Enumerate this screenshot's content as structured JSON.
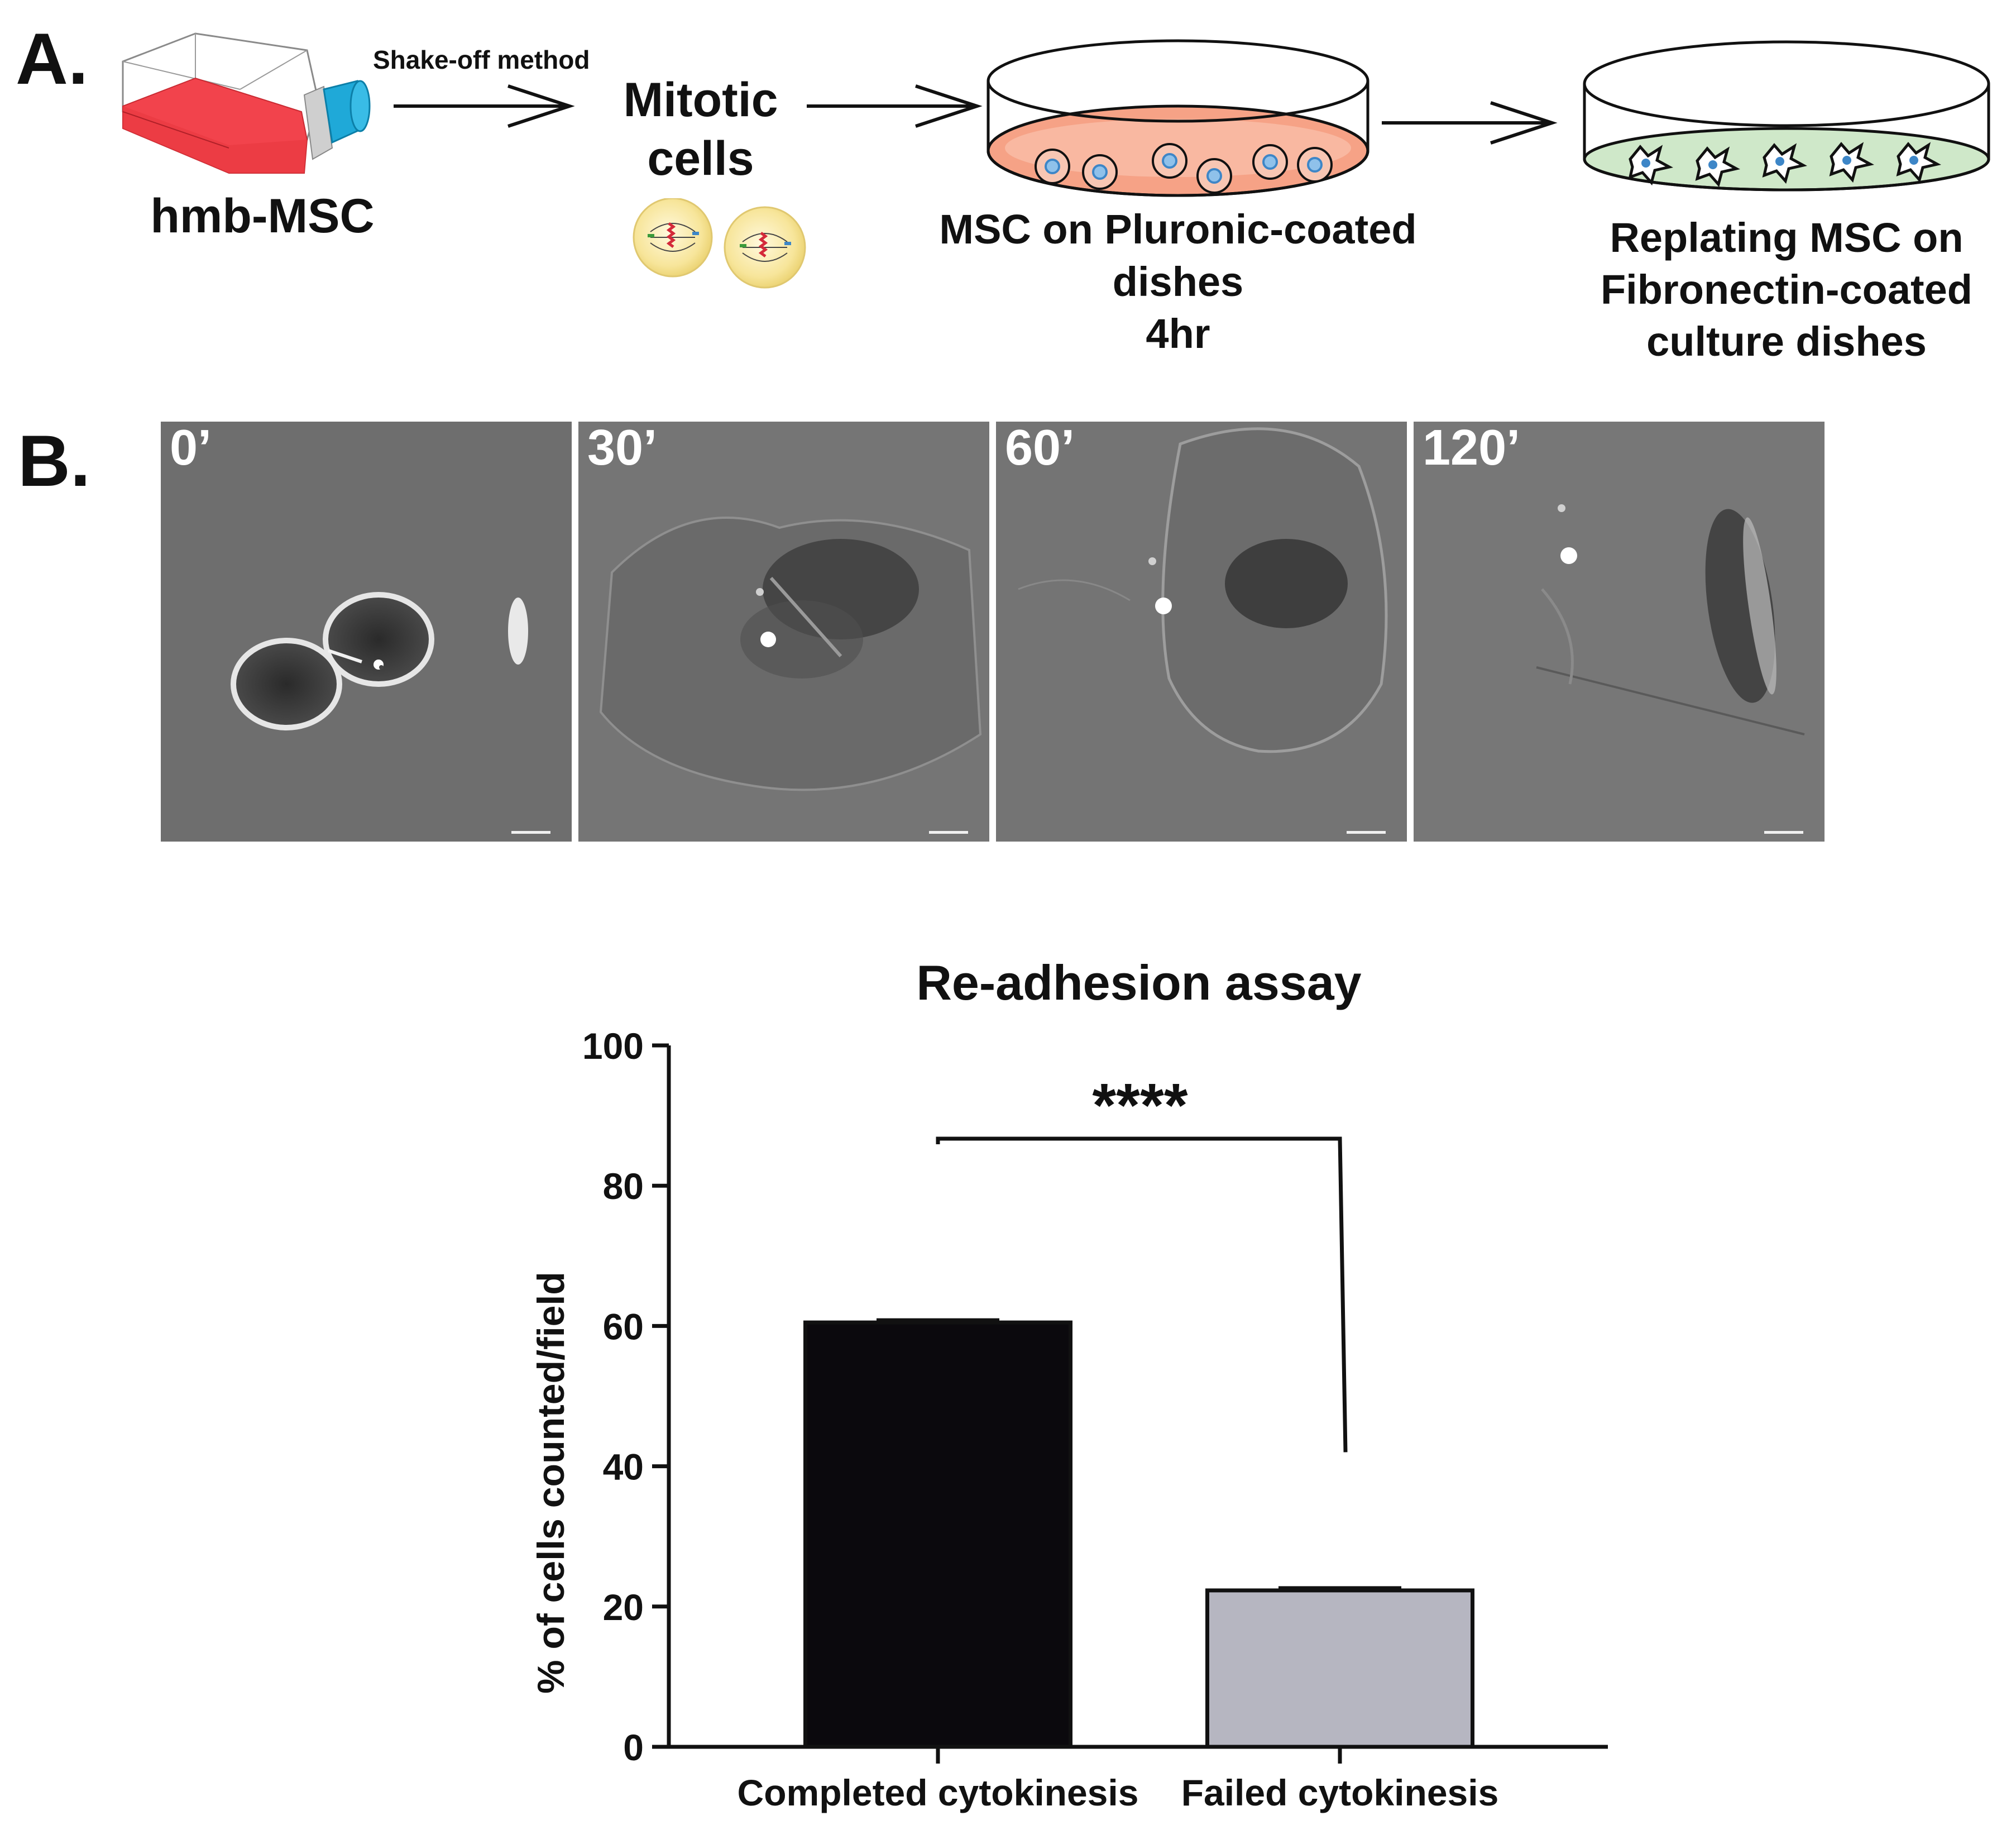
{
  "panel_a": {
    "label": "A.",
    "flask_label": "hmb-MSC",
    "arrow1_label": "Shake-off method",
    "mitotic_label_line1": "Mitotic",
    "mitotic_label_line2": "cells",
    "dish1_label_line1": "MSC on Pluronic-coated",
    "dish1_label_line2": "dishes",
    "dish1_label_line3": "4hr",
    "dish2_label_line1": "Replating MSC on",
    "dish2_label_line2": "Fibronectin-coated",
    "dish2_label_line3": "culture dishes",
    "colors": {
      "flask_medium": "#f2434c",
      "flask_cap": "#1fa9d8",
      "dish1_medium": "#f6a286",
      "dish2_medium": "#cfe8c9",
      "cell_nucleus": "#3d86c7",
      "mitotic_cell": "#f7e59a"
    }
  },
  "panel_b": {
    "label": "B.",
    "frames": [
      {
        "time": "0’"
      },
      {
        "time": "30’"
      },
      {
        "time": "60’"
      },
      {
        "time": "120’"
      }
    ]
  },
  "chart_data": {
    "type": "bar",
    "title": "Re-adhesion assay",
    "ylabel": "% of cells counted/field",
    "xlabel": "",
    "categories": [
      "Completed cytokinesis",
      "Failed cytokinesis"
    ],
    "values": [
      60.5,
      22.3
    ],
    "errors": [
      0.4,
      0.4
    ],
    "colors": [
      "#0b090d",
      "#b6b6c1"
    ],
    "ylim": [
      0,
      100
    ],
    "yticks": [
      0,
      20,
      40,
      60,
      80,
      100
    ],
    "significance": {
      "label": "****",
      "between": [
        0,
        1
      ]
    },
    "grid": false
  }
}
